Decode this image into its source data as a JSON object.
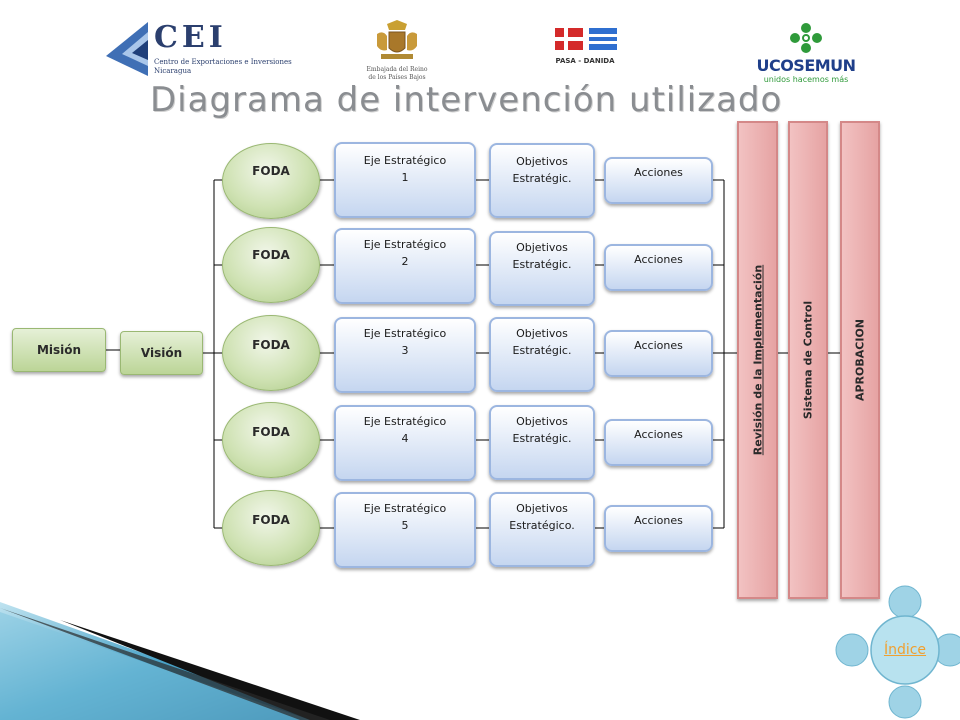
{
  "title": "Diagrama de intervención utilizado",
  "logos": {
    "cei": {
      "name": "CEI",
      "line1": "Centro de Exportaciones e Inversiones",
      "line2": "Nicaragua"
    },
    "embassy": {
      "line1": "Embajada del Reino",
      "line2": "de los Países Bajos"
    },
    "pasa": {
      "text": "PASA - DANIDA"
    },
    "ucosemun": {
      "name": "UCOSEMUN",
      "slogan": "unidos hacemos más"
    }
  },
  "nodes": {
    "mision": "Misión",
    "vision": "Visión",
    "foda": [
      "FODA",
      "FODA",
      "FODA",
      "FODA",
      "FODA"
    ],
    "ejes": [
      {
        "line1": "Eje Estratégico",
        "line2": "1"
      },
      {
        "line1": "Eje Estratégico",
        "line2": "2"
      },
      {
        "line1": "Eje Estratégico",
        "line2": "3"
      },
      {
        "line1": "Eje Estratégico",
        "line2": "4"
      },
      {
        "line1": "Eje Estratégico",
        "line2": "5"
      }
    ],
    "objetivos": [
      {
        "line1": "Objetivos",
        "line2": "Estratégic."
      },
      {
        "line1": "Objetivos",
        "line2": "Estratégic."
      },
      {
        "line1": "Objetivos",
        "line2": "Estratégic."
      },
      {
        "line1": "Objetivos",
        "line2": "Estratégic."
      },
      {
        "line1": "Objetivos",
        "line2": "Estratégico."
      }
    ],
    "acciones": [
      "Acciones",
      "Acciones",
      "Acciones",
      "Acciones",
      "Acciones"
    ],
    "revision": "Revisión de la Implementación",
    "sistema": "Sistema de Control",
    "aprobacion": "APROBACION"
  },
  "nav": {
    "indice": "Índice"
  },
  "colors": {
    "green": "#bcd597",
    "blue": "#c5d6f0",
    "pink": "#e6a3a3",
    "title": "#8a8d91",
    "link": "#f0a030",
    "nav_circle": "#9fd3e6"
  }
}
